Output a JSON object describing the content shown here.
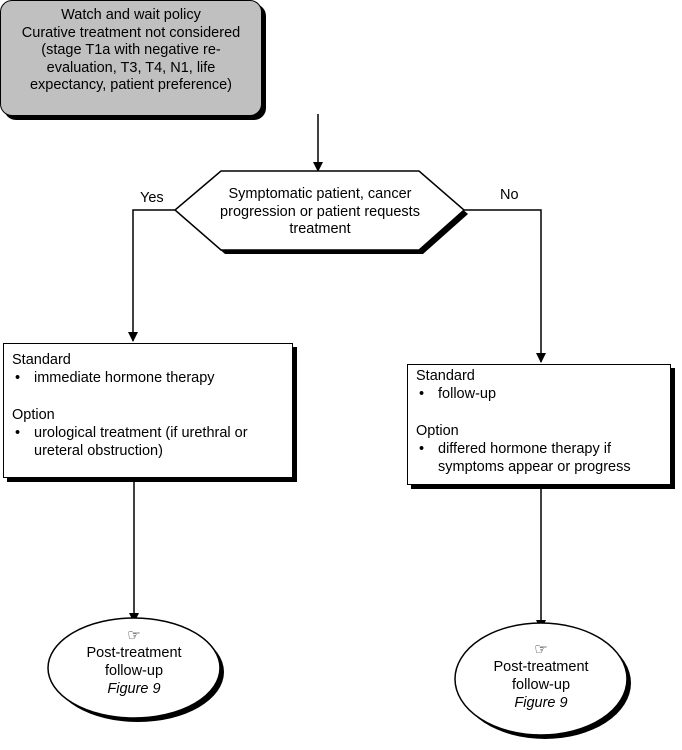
{
  "start_box": {
    "lines": [
      "Watch and wait policy",
      "Curative treatment not considered",
      "(stage T1a with negative re-",
      "evaluation, T3, T4, N1, life",
      "expectancy, patient preference)"
    ]
  },
  "decision": {
    "lines": [
      "Symptomatic patient, cancer",
      "progression or patient requests",
      "treatment"
    ],
    "yes_label": "Yes",
    "no_label": "No"
  },
  "left_box": {
    "standard_heading": "Standard",
    "standard_items": [
      "immediate hormone therapy"
    ],
    "option_heading": "Option",
    "option_items": [
      "urological treatment (if urethral or ureteral obstruction)"
    ]
  },
  "right_box": {
    "standard_heading": "Standard",
    "standard_items": [
      "follow-up"
    ],
    "option_heading": "Option",
    "option_items": [
      "differed hormone therapy if symptoms appear or progress"
    ]
  },
  "left_end": {
    "icon": "pointing-hand-icon",
    "line1": "Post-treatment",
    "line2": "follow-up",
    "figure": "Figure 9"
  },
  "right_end": {
    "icon": "pointing-hand-icon",
    "line1": "Post-treatment",
    "line2": "follow-up",
    "figure": "Figure 9"
  },
  "colors": {
    "start_fill": "#c0c0c0",
    "stroke": "#000000",
    "background": "#ffffff"
  }
}
